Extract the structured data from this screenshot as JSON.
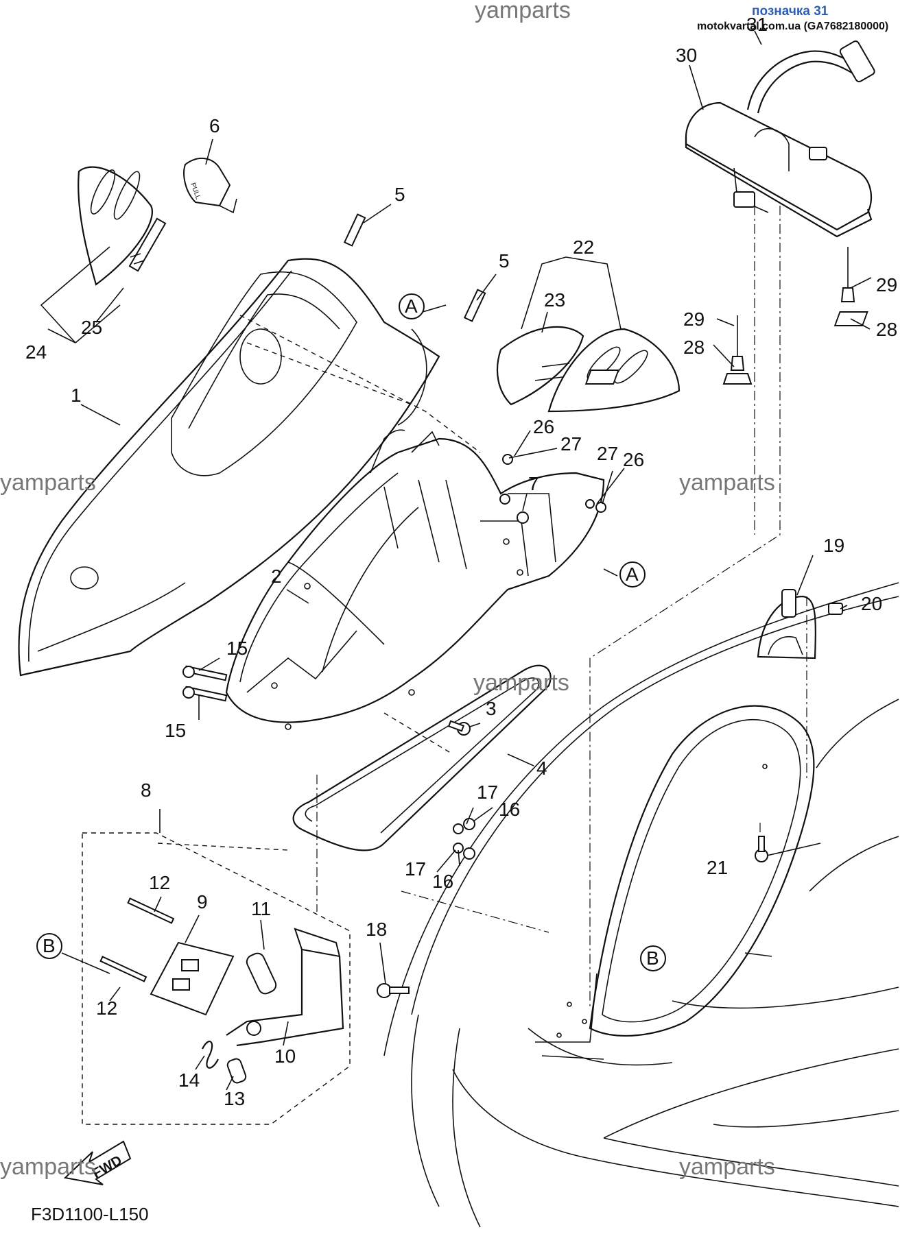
{
  "header": {
    "label": "позначка 31",
    "source": "motokvartal.com.ua (GA7682180000)"
  },
  "watermark": "yamparts",
  "diagram_code": "F3D1100-L150",
  "fwd_label": "FWD",
  "callouts": {
    "c1": "1",
    "c2": "2",
    "c3": "3",
    "c4": "4",
    "c5a": "5",
    "c5b": "5",
    "c6": "6",
    "c7": "7",
    "c8": "8",
    "c9": "9",
    "c10": "10",
    "c11": "11",
    "c12a": "12",
    "c12b": "12",
    "c13": "13",
    "c14": "14",
    "c15a": "15",
    "c15b": "15",
    "c16a": "16",
    "c16b": "16",
    "c17a": "17",
    "c17b": "17",
    "c18": "18",
    "c19": "19",
    "c20": "20",
    "c21": "21",
    "c22": "22",
    "c23": "23",
    "c24": "24",
    "c25": "25",
    "c26a": "26",
    "c26b": "26",
    "c27a": "27",
    "c27b": "27",
    "c28a": "28",
    "c28b": "28",
    "c29a": "29",
    "c29b": "29",
    "c30": "30",
    "c31": "31"
  },
  "reference_marks": {
    "a1": "A",
    "a2": "A",
    "b1": "B",
    "b2": "B"
  }
}
